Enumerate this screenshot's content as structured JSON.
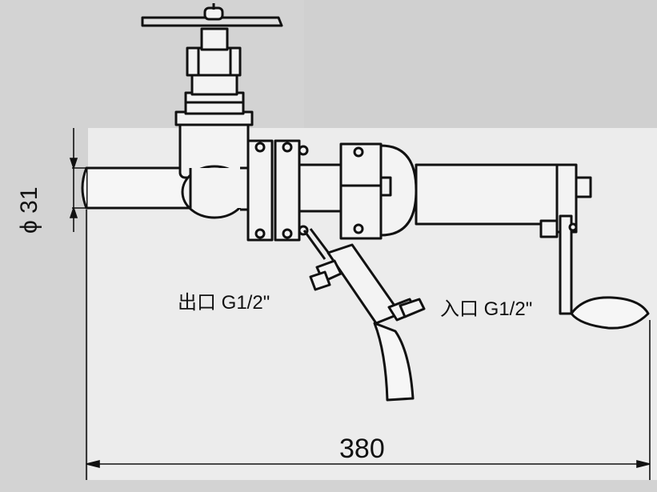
{
  "dimensions": {
    "diameter_label": "ϕ 31",
    "length_label": "380"
  },
  "ports": {
    "outlet_label": "出口 G1/2\"",
    "inlet_label": "入口 G1/2\""
  },
  "colors": {
    "background": "#d6d6d6",
    "paper": "#e9e9e9",
    "ink": "#111111",
    "fill": "#f3f3f3"
  }
}
